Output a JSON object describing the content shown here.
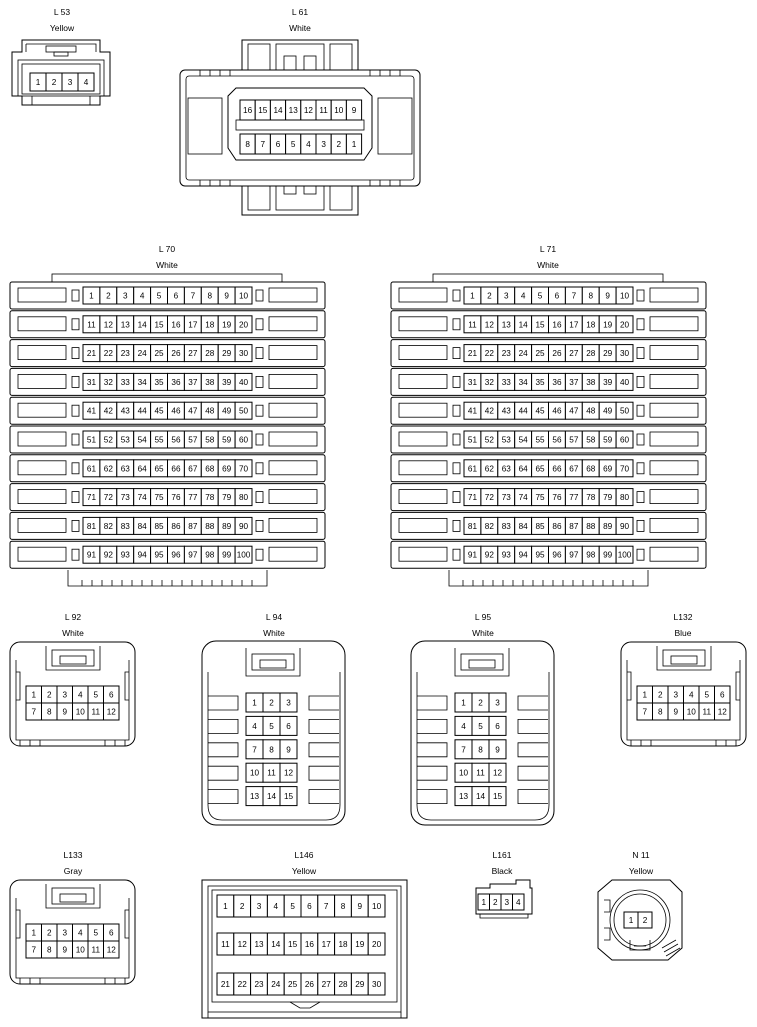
{
  "connectors": [
    {
      "id": "L53",
      "name": "L 53",
      "color": "Yellow",
      "pins": [
        "1",
        "2",
        "3",
        "4"
      ]
    },
    {
      "id": "L61",
      "name": "L 61",
      "color": "White",
      "rows": [
        [
          "16",
          "15",
          "14",
          "13",
          "12",
          "11",
          "10",
          "9"
        ],
        [
          "8",
          "7",
          "6",
          "5",
          "4",
          "3",
          "2",
          "1"
        ]
      ]
    },
    {
      "id": "L70",
      "name": "L 70",
      "color": "White",
      "pin_count": 100,
      "columns": 10
    },
    {
      "id": "L71",
      "name": "L 71",
      "color": "White",
      "pin_count": 100,
      "columns": 10
    },
    {
      "id": "L92",
      "name": "L 92",
      "color": "White",
      "pin_count": 12,
      "columns": 6
    },
    {
      "id": "L94",
      "name": "L 94",
      "color": "White",
      "pin_count": 15,
      "columns": 3
    },
    {
      "id": "L95",
      "name": "L 95",
      "color": "White",
      "pin_count": 15,
      "columns": 3
    },
    {
      "id": "L132",
      "name": "L132",
      "color": "Blue",
      "pin_count": 12,
      "columns": 6
    },
    {
      "id": "L133",
      "name": "L133",
      "color": "Gray",
      "pin_count": 12,
      "columns": 6
    },
    {
      "id": "L146",
      "name": "L146",
      "color": "Yellow",
      "pin_count": 30,
      "columns": 10
    },
    {
      "id": "L161",
      "name": "L161",
      "color": "Black",
      "pins": [
        "1",
        "2",
        "3",
        "4"
      ]
    },
    {
      "id": "N11",
      "name": "N 11",
      "color": "Yellow",
      "pins": [
        "1",
        "2"
      ]
    }
  ]
}
